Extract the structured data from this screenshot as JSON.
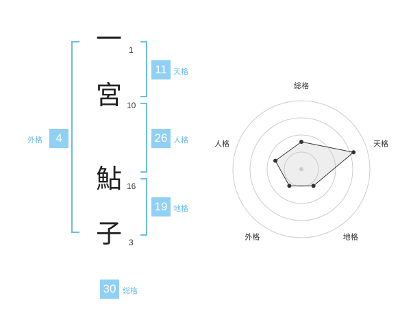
{
  "name": {
    "chars": [
      {
        "char": "一",
        "strokes": "1"
      },
      {
        "char": "宮",
        "strokes": "10"
      },
      {
        "char": "鮎",
        "strokes": "16"
      },
      {
        "char": "子",
        "strokes": "3"
      }
    ]
  },
  "kakusu": {
    "tenkaku": {
      "value": "11",
      "label": "天格"
    },
    "jinkaku": {
      "value": "26",
      "label": "人格"
    },
    "chikaku": {
      "value": "19",
      "label": "地格"
    },
    "gaikaku": {
      "value": "4",
      "label": "外格"
    },
    "soukaku": {
      "value": "30",
      "label": "総格"
    }
  },
  "colors": {
    "accent": "#8fd0f4",
    "bracket": "#6bbde8"
  },
  "chart_data": {
    "type": "radar",
    "axes": [
      "総格",
      "天格",
      "地格",
      "外格",
      "人格"
    ],
    "values": [
      2,
      4,
      1.5,
      1.5,
      2
    ],
    "max": 5,
    "grid_rings": 4
  }
}
